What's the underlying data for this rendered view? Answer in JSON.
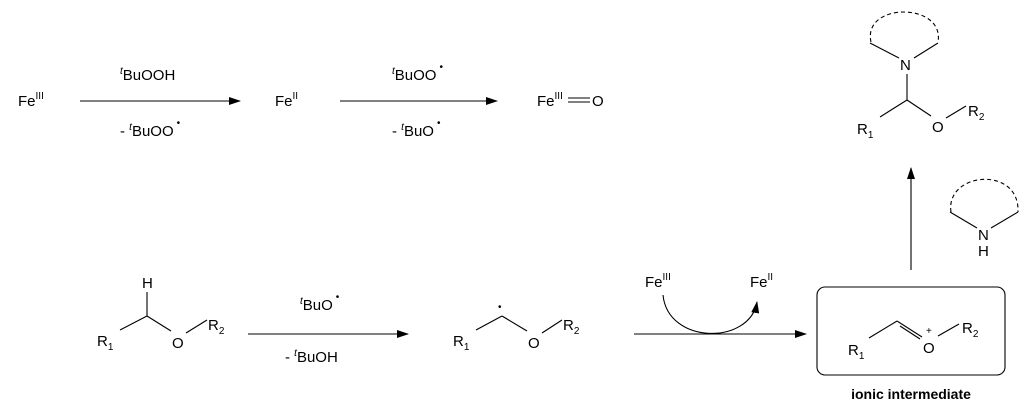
{
  "top_row": {
    "fe3": {
      "base": "Fe",
      "ox": "III"
    },
    "arrow1": {
      "above_prefix": "t",
      "above": "BuOOH",
      "below_minus": "- ",
      "below_prefix": "t",
      "below": "BuOO",
      "radical": "•"
    },
    "fe2": {
      "base": "Fe",
      "ox": "II"
    },
    "arrow2": {
      "above_prefix": "t",
      "above": "BuOO",
      "above_radical": "•",
      "below_minus": "- ",
      "below_prefix": "t",
      "below": "BuO",
      "below_radical": "•"
    },
    "ferryl": {
      "base": "Fe",
      "ox": "III",
      "oxygen": "O"
    }
  },
  "bottom_row": {
    "ether": {
      "h": "H",
      "r1": "R",
      "r1_sub": "1",
      "o": "O",
      "r2": "R",
      "r2_sub": "2"
    },
    "arrow3": {
      "above_prefix": "t",
      "above": "BuO",
      "above_radical": "•",
      "below_minus": "- ",
      "below_prefix": "t",
      "below": "BuOH"
    },
    "radical": {
      "r1": "R",
      "r1_sub": "1",
      "dot": "•",
      "o": "O",
      "r2": "R",
      "r2_sub": "2"
    },
    "arrow4": {
      "fe3_base": "Fe",
      "fe3_ox": "III",
      "fe2_base": "Fe",
      "fe2_ox": "II"
    },
    "ionic": {
      "r1": "R",
      "r1_sub": "1",
      "o": "O",
      "charge": "+",
      "r2": "R",
      "r2_sub": "2",
      "caption": "ionic intermediate"
    }
  },
  "amine": {
    "n": "N",
    "h": "H"
  },
  "product": {
    "n": "N",
    "r1": "R",
    "r1_sub": "1",
    "o": "O",
    "r2": "R",
    "r2_sub": "2"
  }
}
